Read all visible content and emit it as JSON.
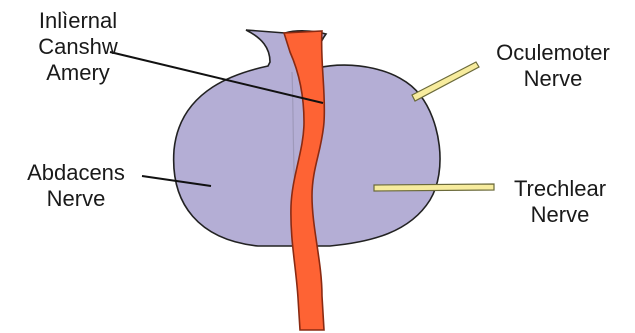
{
  "labels": {
    "carotid": {
      "line1": "Inlìernal",
      "line2": "Canshw",
      "line3": "Amery"
    },
    "oculomotor": {
      "line1": "Oculemoter",
      "line2": "Nerve"
    },
    "abducens": {
      "line1": "Abdacens",
      "line2": "Nerve"
    },
    "trochlear": {
      "line1": "Trechlear",
      "line2": "Nerve"
    }
  },
  "colors": {
    "gland_fill": "#b4aed5",
    "gland_outline": "#222222",
    "artery_fill": "#fe6334",
    "artery_outline": "#8a2a12",
    "nerve_fill": "#f7ec9e",
    "nerve_outline": "#6b6a3a",
    "leader_line": "#111111"
  },
  "icons": {
    "gland": "purple-lobed-structure",
    "artery": "wavy-orange-vessel",
    "nerve": "yellow-nerve-strand"
  }
}
